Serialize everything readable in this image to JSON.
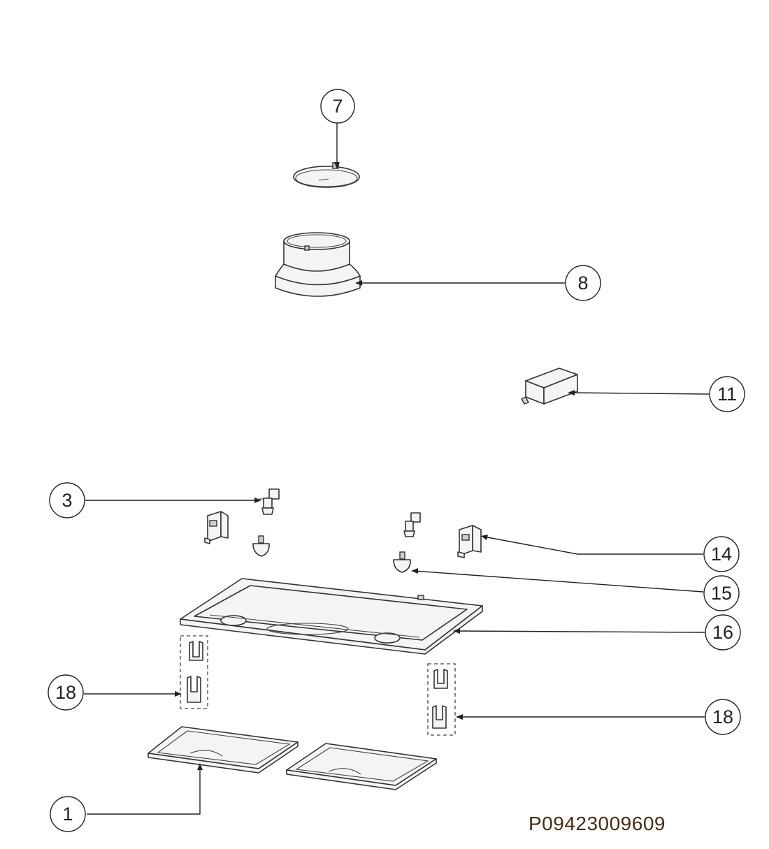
{
  "diagram": {
    "callouts": [
      "7",
      "8",
      "11",
      "3",
      "14",
      "15",
      "16",
      "18",
      "18",
      "1"
    ],
    "document_code": "P09423009609"
  }
}
